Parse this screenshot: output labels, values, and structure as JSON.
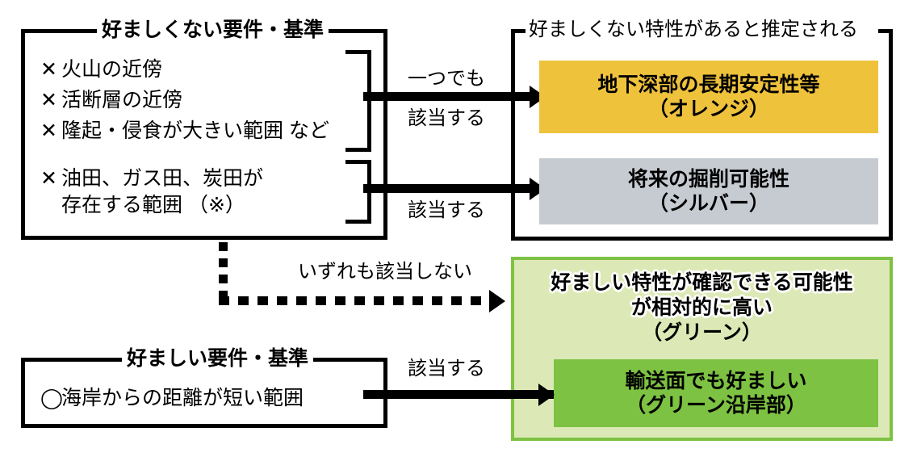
{
  "diagram": {
    "title_unfavorable_criteria": "好ましくない要件・基準",
    "title_favorable_criteria": "好ましい要件・基準",
    "title_outcome_frame": "好ましくない特性があると推定される",
    "marks": {
      "cross": "✕",
      "circle": "◯"
    },
    "unfavorable_items_group1": [
      {
        "mark": "✕",
        "text": "火山の近傍"
      },
      {
        "mark": "✕",
        "text": "活断層の近傍"
      },
      {
        "mark": "✕",
        "text": "隆起・侵食が大きい範囲 など"
      }
    ],
    "unfavorable_items_group2": [
      {
        "mark": "✕",
        "line1": "油田、ガス田、炭田が",
        "line2": "存在する範囲 （※）"
      }
    ],
    "favorable_items": [
      {
        "mark": "◯",
        "text": "海岸からの距離が短い範囲"
      }
    ],
    "arrow_labels": {
      "orange_top": "一つでも",
      "orange_bottom": "該当する",
      "silver": "該当する",
      "dashed": "いずれも該当しない",
      "green_coast": "該当する"
    },
    "result_boxes": {
      "orange": {
        "line1": "地下深部の長期安定性等",
        "line2": "（オレンジ）",
        "color": "#EFC23C"
      },
      "silver": {
        "line1": "将来の掘削可能性",
        "line2": "（シルバー）",
        "color": "#C6CBD1"
      },
      "green": {
        "line1": "好ましい特性が確認できる可能性",
        "line2": "が相対的に高い",
        "line3": "（グリーン）",
        "panel_fill": "#DCE9B6",
        "panel_border": "#7DC242"
      },
      "green_coast": {
        "line1": "輸送面でも好ましい",
        "line2": "（グリーン沿岸部）",
        "color": "#7DC242"
      }
    }
  }
}
